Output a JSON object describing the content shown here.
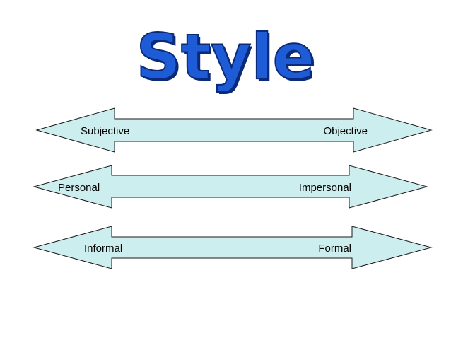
{
  "title": "Style",
  "colors": {
    "title_fill": "#1e5bd6",
    "title_outline": "#0a2a7a",
    "arrow_fill": "#cdeeee",
    "arrow_stroke": "#1a1a1a"
  },
  "arrows": [
    {
      "left_label": "Subjective",
      "right_label": "Objective"
    },
    {
      "left_label": "Personal",
      "right_label": "Impersonal"
    },
    {
      "left_label": "Informal",
      "right_label": "Formal"
    }
  ]
}
